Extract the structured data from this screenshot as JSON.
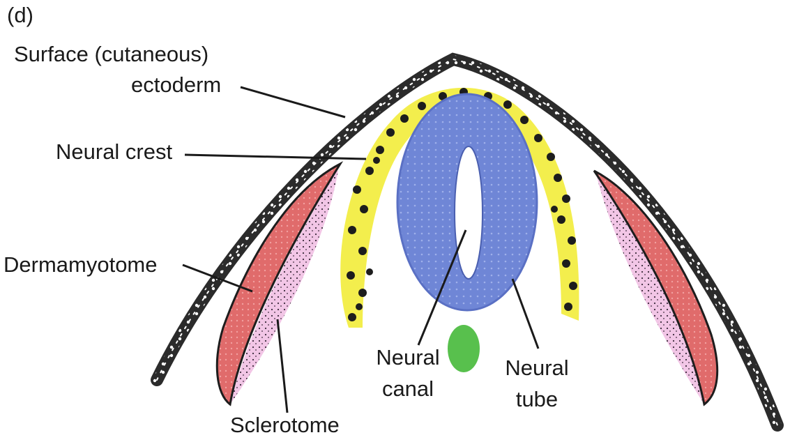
{
  "panel_letter": "(d)",
  "labels": {
    "surface_ectoderm_line1": "Surface (cutaneous)",
    "surface_ectoderm_line2": "ectoderm",
    "neural_crest": "Neural crest",
    "dermamyotome": "Dermamyotome",
    "sclerotome": "Sclerotome",
    "neural_canal_line1": "Neural",
    "neural_canal_line2": "canal",
    "neural_tube_line1": "Neural",
    "neural_tube_line2": "tube"
  },
  "colors": {
    "ectoderm": "#2b2b2b",
    "neural_crest": "#f2ec3a",
    "neural_tube": "#6f86d6",
    "dermamyotome": "#e06b6b",
    "sclerotome": "#f2c6e6",
    "notochord": "#58c04d"
  }
}
